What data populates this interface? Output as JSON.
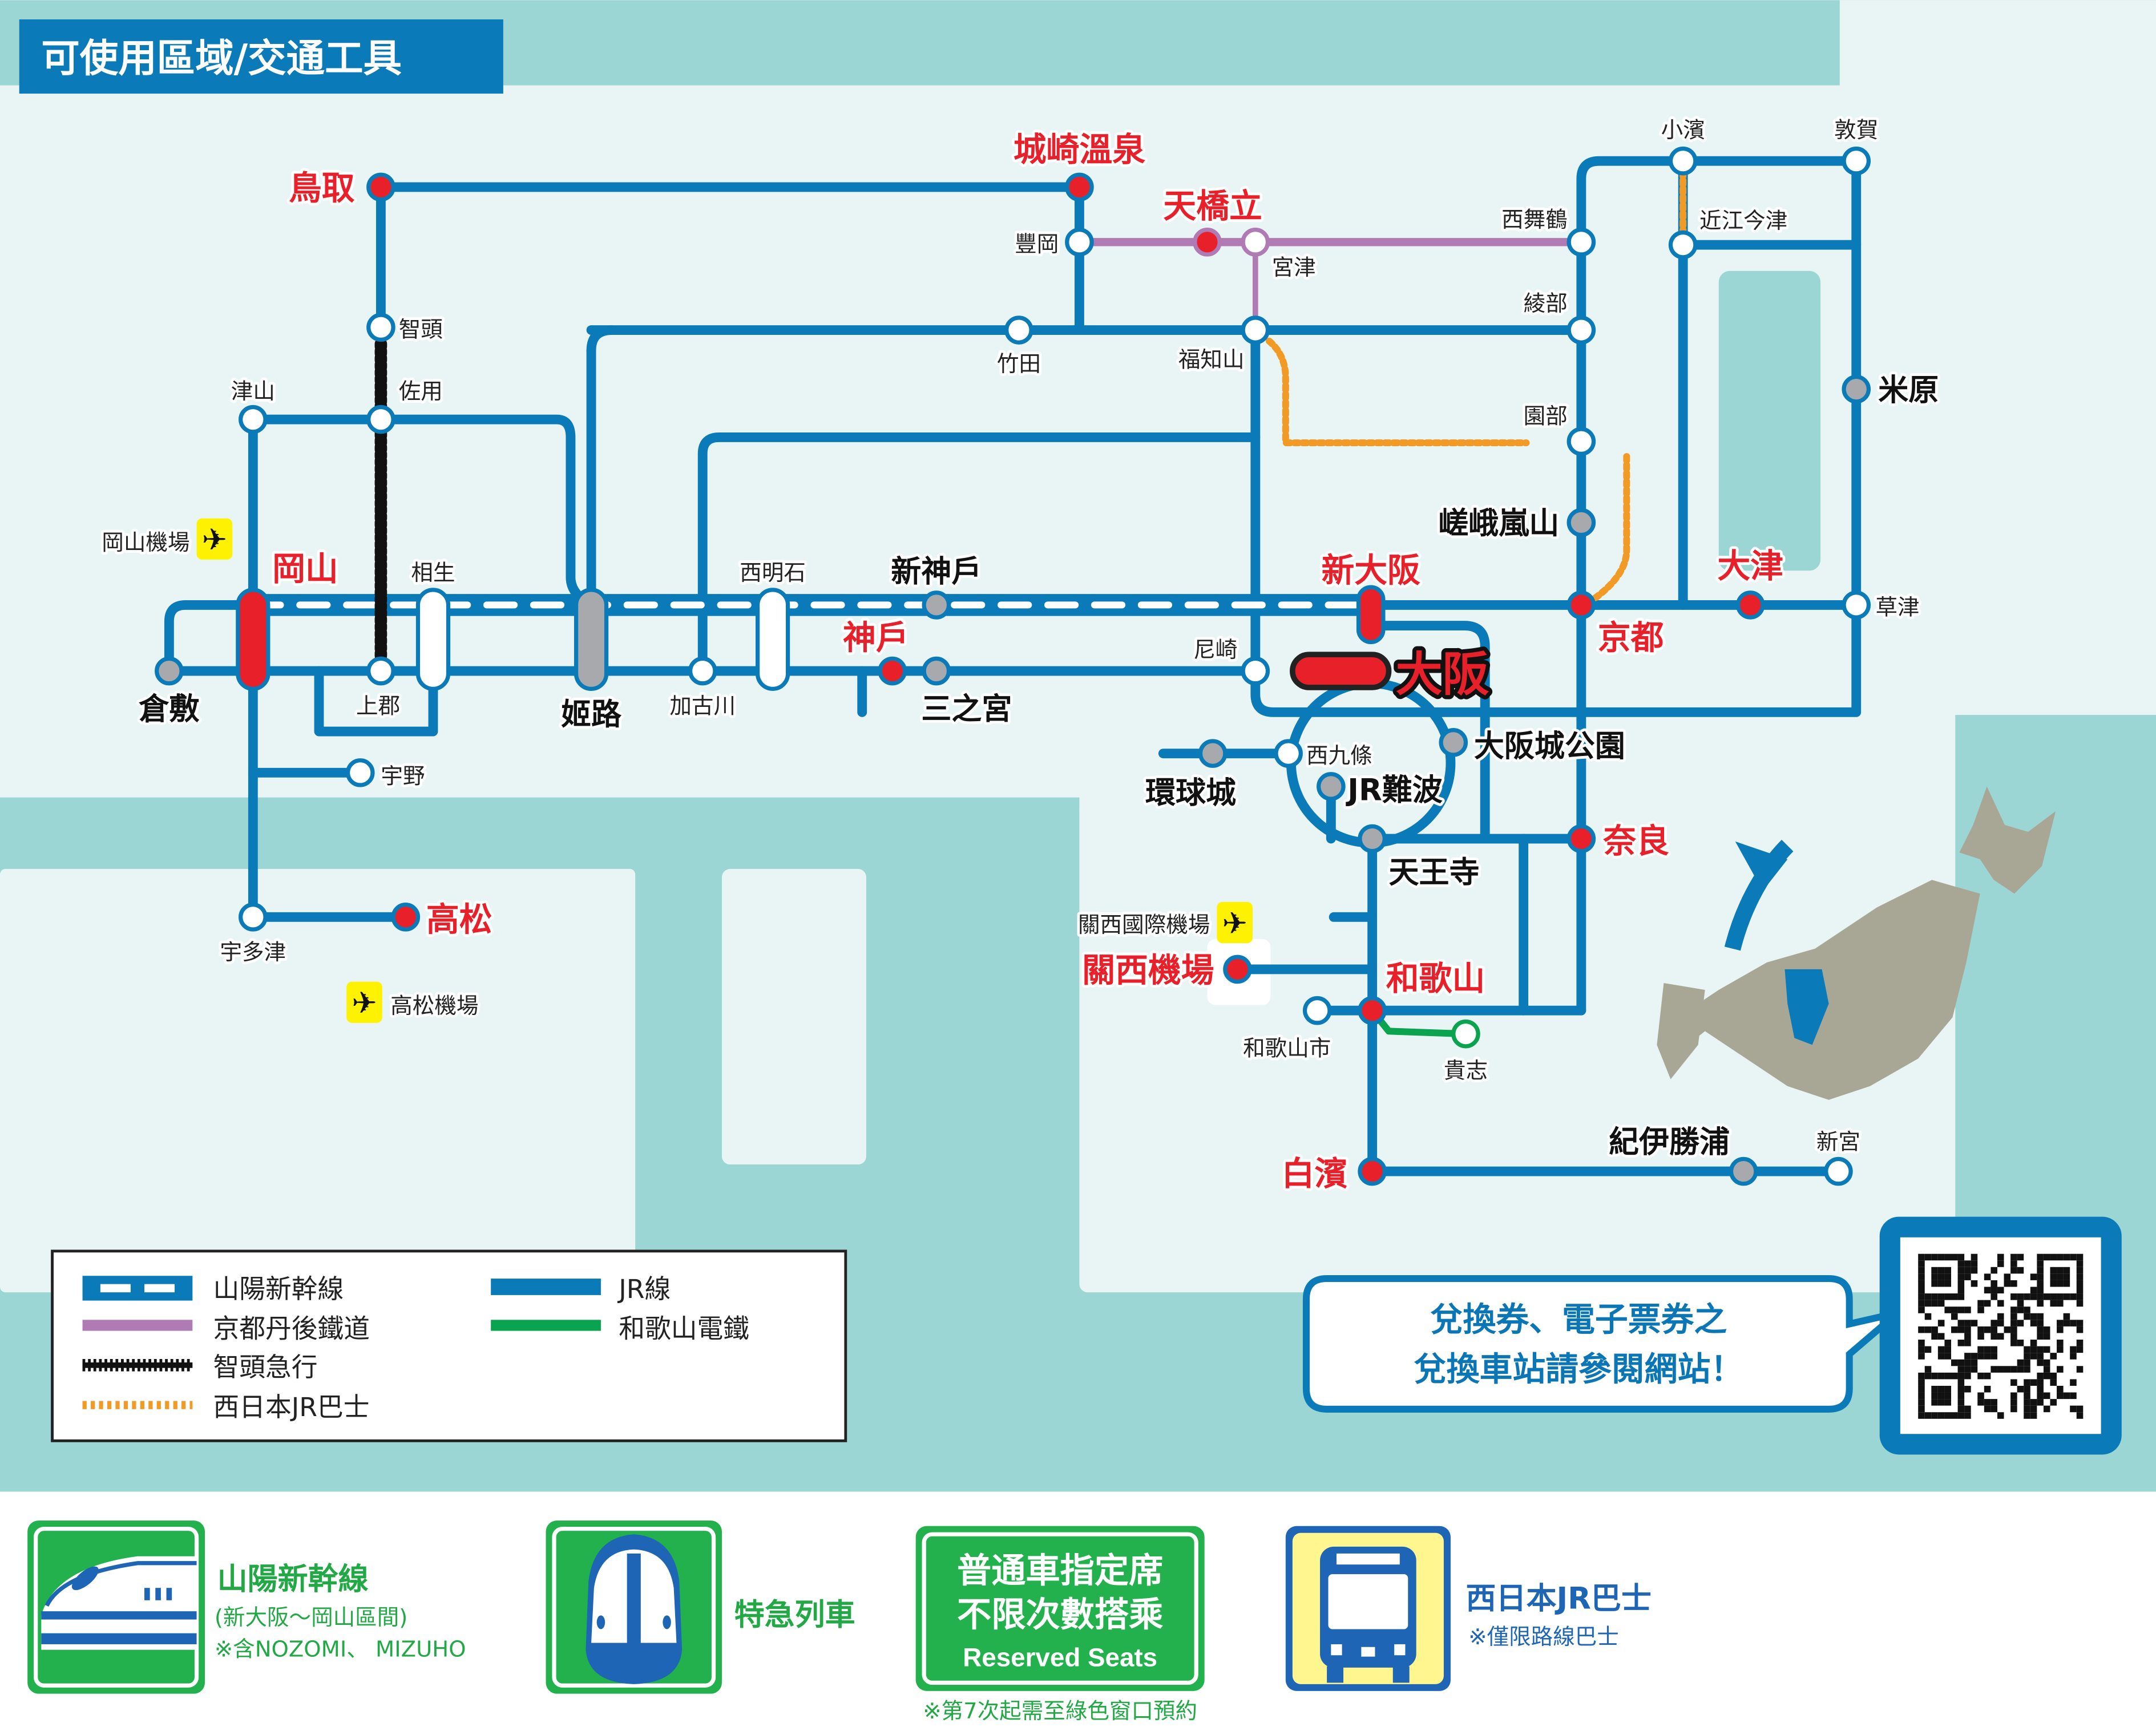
{
  "title": "可使用區域/交通工具",
  "colors": {
    "jr_line": "#0a7bb8",
    "shinkansen": "#0a7bb8",
    "tango": "#b07ab5",
    "chizu": "#111111",
    "bus": "#f29a26",
    "wakayama_dentetsu": "#0aa350",
    "major_station": "#e8202a",
    "transfer_station": "#a7a9ac",
    "sea": "#9cd6d4",
    "land": "#e8f5f4",
    "title_bg": "#0a7bb8",
    "pass_green": "#22b14c",
    "bus_yellow": "#fff68f"
  },
  "stations": {
    "tottori": "鳥取",
    "kinosaki": "城崎溫泉",
    "amanohashidate": "天橋立",
    "toyooka": "豐岡",
    "miyazu": "宮津",
    "nishimaizuru": "西舞鶴",
    "obama": "小濱",
    "tsuruga": "敦賀",
    "omiimazu": "近江今津",
    "chizu": "智頭",
    "sayo": "佐用",
    "tsuyama": "津山",
    "takeda": "竹田",
    "fukuchiyama": "福知山",
    "ayabe": "綾部",
    "sonobe": "園部",
    "maibara": "米原",
    "sagaarashiyama": "嵯峨嵐山",
    "okayama_airport": "岡山機場",
    "okayama": "岡山",
    "aioi": "相生",
    "nishiakashi": "西明石",
    "shinkobe": "新神戶",
    "shinosaka": "新大阪",
    "otsu": "大津",
    "kusatsu": "草津",
    "kyoto": "京都",
    "kobe": "神戶",
    "amagasaki": "尼崎",
    "osaka": "大阪",
    "kurashiki": "倉敷",
    "kamigori": "上郡",
    "himeji": "姬路",
    "kakogawa": "加古川",
    "sannomiya": "三之宮",
    "nishikujo": "西九條",
    "osakajokoen": "大阪城公園",
    "uno": "宇野",
    "universal_city": "環球城",
    "jr_namba": "JR難波",
    "nara": "奈良",
    "tennoji": "天王寺",
    "takamatsu": "高松",
    "utazu": "宇多津",
    "takamatsu_airport": "高松機場",
    "kix_airport": "關西國際機場",
    "kansai_airport": "關西機場",
    "wakayama": "和歌山",
    "wakayamashi": "和歌山市",
    "kishi": "貴志",
    "kiikatsuura": "紀伊勝浦",
    "shingu": "新宮",
    "shirahama": "白濱"
  },
  "legend": {
    "items": [
      {
        "label": "山陽新幹線",
        "style": "shinkansen"
      },
      {
        "label": "京都丹後鐵道",
        "style": "tango"
      },
      {
        "label": "智頭急行",
        "style": "chizu"
      },
      {
        "label": "西日本JR巴士",
        "style": "bus"
      },
      {
        "label": "JR線",
        "style": "jr"
      },
      {
        "label": "和歌山電鐵",
        "style": "wakayama"
      }
    ]
  },
  "callout": {
    "line1": "兌換券、電子票券之",
    "line2": "兌換車站請參閱網站！"
  },
  "qr_icon": "qr-code",
  "coverage": [
    {
      "icon": "shinkansen-icon",
      "title": "山陽新幹線",
      "sub1": "(新大阪～岡山區間)",
      "sub2": "※含NOZOMI、 MIZUHO"
    },
    {
      "icon": "limited-express-icon",
      "title": "特急列車"
    },
    {
      "line1": "普通車指定席",
      "line2": "不限次數搭乘",
      "line3": "Reserved Seats",
      "note": "※第7次起需至綠色窗口預約"
    },
    {
      "icon": "bus-icon",
      "title": "西日本JR巴士",
      "sub1": "※僅限路線巴士"
    }
  ]
}
